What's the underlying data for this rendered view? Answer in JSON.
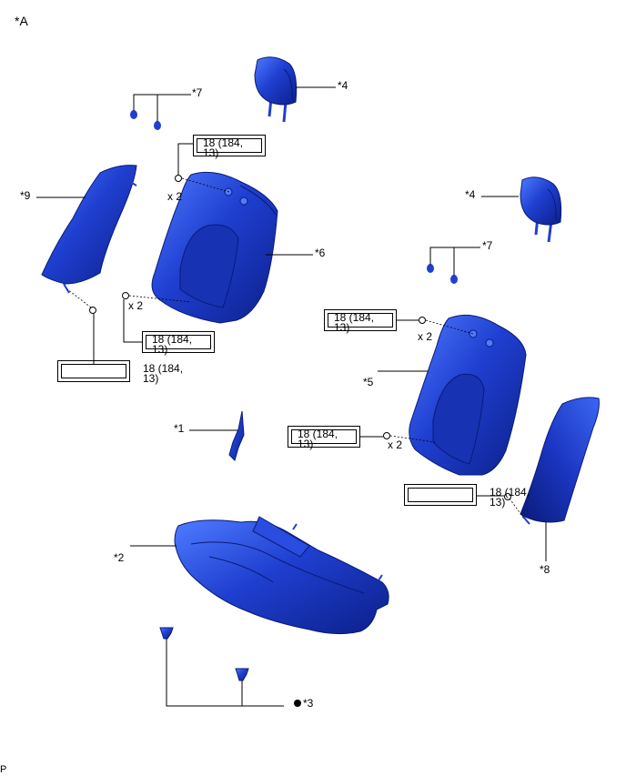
{
  "view_label": "*A",
  "corner_label": "P",
  "callouts": {
    "c1": "*1",
    "c2": "*2",
    "c3": "*3",
    "c4a": "*4",
    "c4b": "*4",
    "c5": "*5",
    "c6": "*6",
    "c7a": "*7",
    "c7b": "*7",
    "c8": "*8",
    "c9": "*9"
  },
  "torque": {
    "t1": "18 (184,\n13)",
    "t2": "18 (184,\n13)",
    "t3": "18 (184,\n13)",
    "t4": "18 (184,\n13)",
    "t5": "18 (184,\n13)",
    "t6": "18 (184,\n13)"
  },
  "qty": {
    "q1": "x 2",
    "q2": "x 2",
    "q3": "x 2",
    "q4": "x 2"
  },
  "colors": {
    "part_blue": "#1f3fd0",
    "part_dark": "#0c1f8a",
    "part_light": "#4f7bff"
  }
}
